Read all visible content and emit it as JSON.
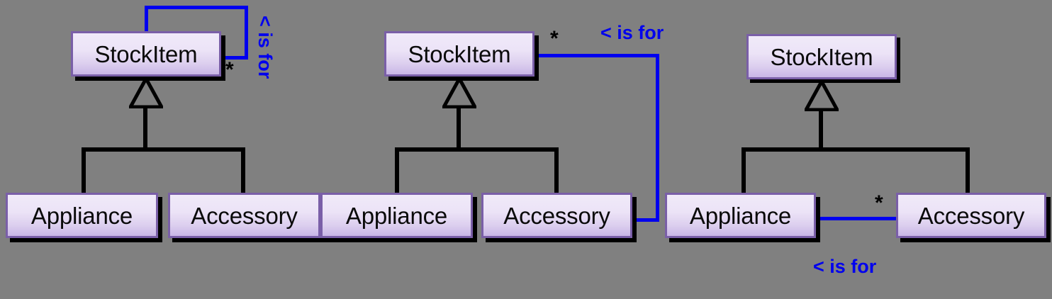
{
  "diagram": {
    "kind": "uml-class-diagram",
    "background_color": "#808080",
    "box_fill_top": "#f0eaf9",
    "box_fill_bottom": "#c9b6e6",
    "box_border_color": "#7a5fa8",
    "box_shadow_color": "#000000",
    "generalization_color": "#000000",
    "association_color": "#0000ee",
    "multiplicity_color": "#000000",
    "groups": [
      {
        "id": "variant-1",
        "classes": {
          "parent": "StockItem",
          "child_left": "Appliance",
          "child_right": "Accessory"
        },
        "association": {
          "kind": "self-association",
          "from": "StockItem",
          "to": "StockItem",
          "label": "< is for",
          "label_orientation": "vertical",
          "multiplicity": "*"
        }
      },
      {
        "id": "variant-2",
        "classes": {
          "parent": "StockItem",
          "child_left": "Appliance",
          "child_right": "Accessory"
        },
        "association": {
          "kind": "parent-to-child",
          "from": "StockItem",
          "to": "Accessory",
          "label": "< is for",
          "label_orientation": "horizontal",
          "multiplicity": "*"
        }
      },
      {
        "id": "variant-3",
        "classes": {
          "parent": "StockItem",
          "child_left": "Appliance",
          "child_right": "Accessory"
        },
        "association": {
          "kind": "child-to-child",
          "from": "Appliance",
          "to": "Accessory",
          "label": "< is for",
          "label_orientation": "horizontal",
          "multiplicity": "*"
        }
      }
    ]
  }
}
